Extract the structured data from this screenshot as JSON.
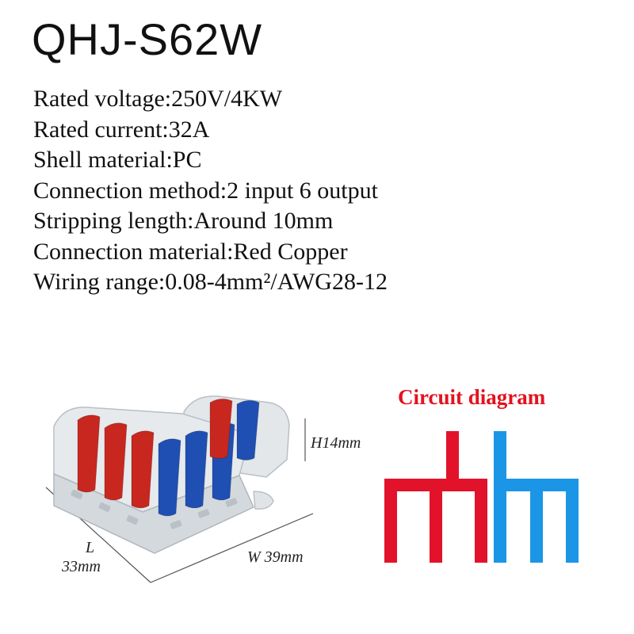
{
  "title": "QHJ-S62W",
  "specs": [
    "Rated voltage:250V/4KW",
    "Rated current:32A",
    "Shell material:PC",
    "Connection method:2 input 6 output",
    "Stripping length:Around 10mm",
    "Connection material:Red Copper",
    "Wiring range:0.08-4mm²/AWG28-12"
  ],
  "dimensions": {
    "height": "H14mm",
    "length_letter": "L",
    "length_value": "33mm",
    "width": "W 39mm"
  },
  "circuit": {
    "title": "Circuit diagram",
    "colors": {
      "title": "#e3121d",
      "red": "#e3122b",
      "blue": "#1b96e6"
    }
  },
  "product": {
    "lever_colors": [
      "red",
      "red",
      "red",
      "blue",
      "blue",
      "blue"
    ],
    "side_lever_colors": [
      "red",
      "blue"
    ],
    "colors": {
      "red": "#c8271f",
      "blue": "#1f4fb2",
      "shell": "#d8dde2"
    }
  }
}
